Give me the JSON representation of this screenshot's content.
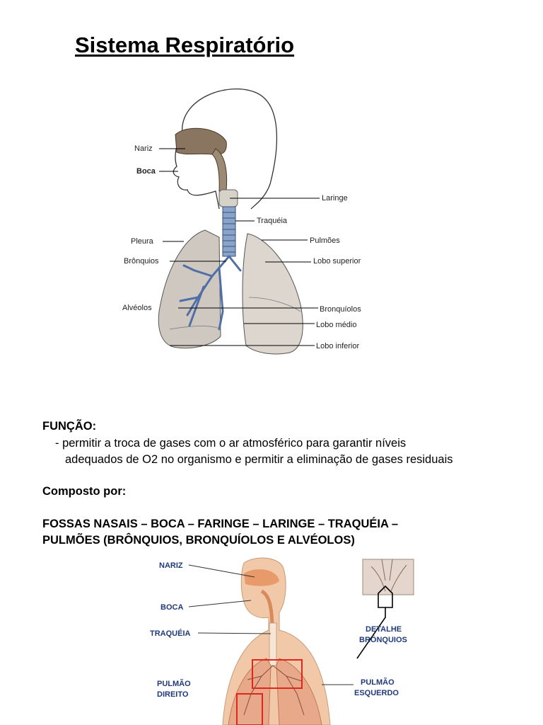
{
  "title": "Sistema Respiratório",
  "figure1": {
    "labels": {
      "nariz": "Nariz",
      "boca": "Boca",
      "pleura": "Pleura",
      "bronquios": "Brônquios",
      "alveolos": "Alvéolos",
      "laringe": "Laringe",
      "traqueia": "Traquéia",
      "pulmoes": "Pulmões",
      "lobo_superior": "Lobo superior",
      "bronquiolos": "Bronquíolos",
      "lobo_medio": "Lobo médio",
      "lobo_inferior": "Lobo inferior"
    }
  },
  "funcao": {
    "heading": "FUNÇÃO:",
    "line1": "- permitir a troca de gases com o ar atmosférico para garantir níveis",
    "line2": "adequados de O2 no organismo e permitir a eliminação de gases residuais"
  },
  "composto": {
    "heading": "Composto por:",
    "line1": "FOSSAS NASAIS – BOCA – FARINGE – LARINGE – TRAQUÉIA –",
    "line2": "PULMÕES (BRÔNQUIOS, BRONQUÍOLOS E ALVÉOLOS)"
  },
  "figure2": {
    "labels": {
      "nariz": "NARIZ",
      "boca": "BOCA",
      "traqueia": "TRAQUÉIA",
      "pulmao_direito_1": "PULMÃO",
      "pulmao_direito_2": "DIREITO",
      "pulmao_esquerdo_1": "PULMÃO",
      "pulmao_esquerdo_2": "ESQUERDO",
      "detalhe_1": "DETALHE",
      "detalhe_2": "BRÔNQUIOS"
    }
  }
}
